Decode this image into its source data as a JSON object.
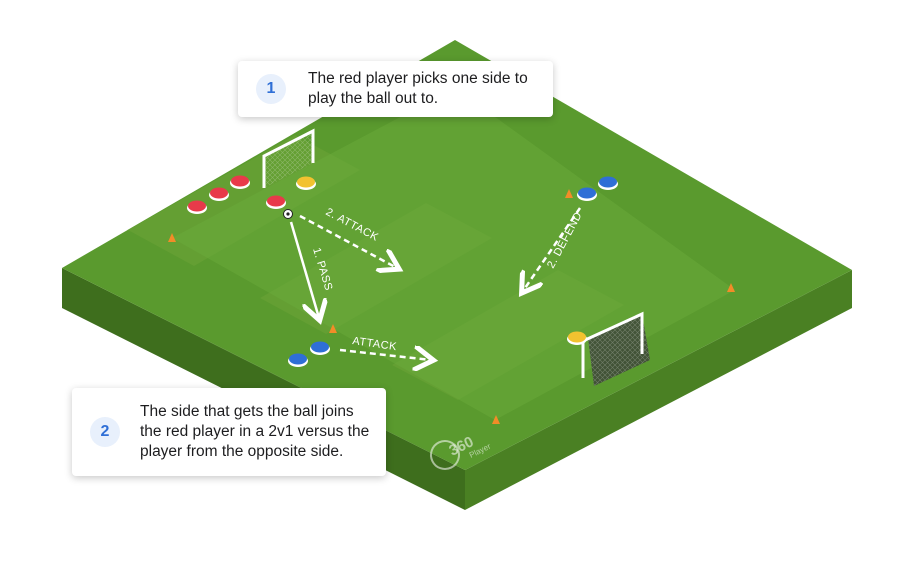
{
  "callouts": [
    {
      "number": "1",
      "lines": [
        "The red player picks one side to",
        "play the ball out to."
      ]
    },
    {
      "number": "2",
      "lines": [
        "The side that gets the ball joins",
        "the red player in a 2v1 versus the",
        "player from the opposite side."
      ]
    }
  ],
  "pitch_labels": {
    "attack_top": "2. ATTACK",
    "pass": "1. PASS",
    "defend": "2. DEFEND",
    "attack_bottom": "ATTACK"
  },
  "logo": {
    "number": "360",
    "word": "Player"
  },
  "colors": {
    "pitch_light": "#6aaa3a",
    "pitch_dark": "#5a9a2e",
    "pitch_side": "#3e6e1d",
    "red_player": "#e83a4a",
    "blue_player": "#2f6fd6",
    "yellow_player": "#f2c230",
    "cone": "#f28c28",
    "arrow": "#ffffff"
  },
  "icons": {
    "player_disc": "disc-icon",
    "cone": "cone-icon",
    "ball": "ball-icon",
    "goal": "goal-icon"
  }
}
